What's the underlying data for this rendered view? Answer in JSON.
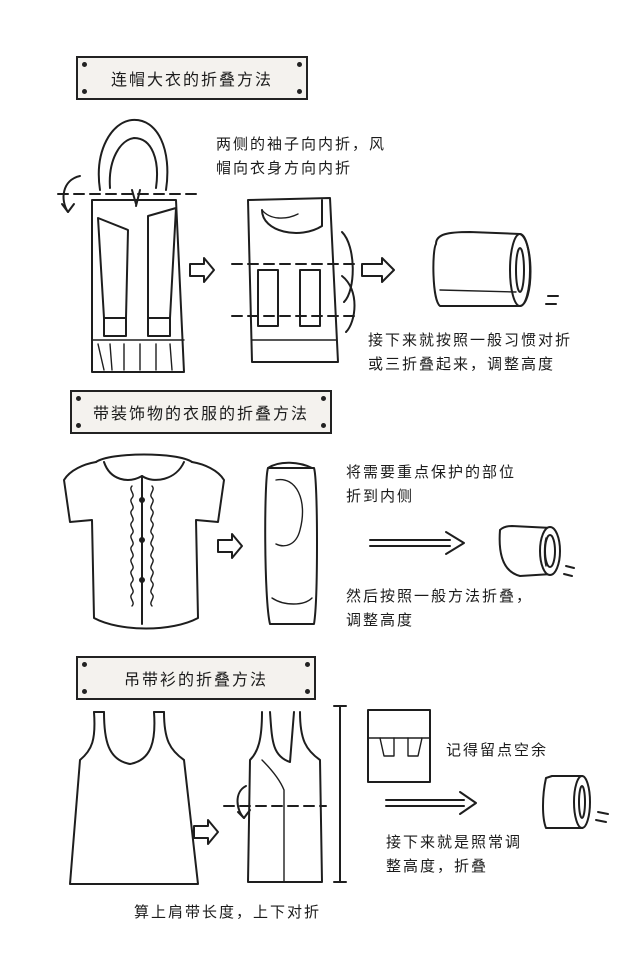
{
  "sections": [
    {
      "title": "连帽大衣的折叠方法",
      "notes": [
        "两侧的袖子向内折，风",
        "帽向衣身方向内折",
        "接下来就按照一般习惯对折",
        "或三折叠起来，调整高度"
      ]
    },
    {
      "title": "带装饰物的衣服的折叠方法",
      "notes": [
        "将需要重点保护的部位",
        "折到内侧",
        "然后按照一般方法折叠，",
        "调整高度"
      ]
    },
    {
      "title": "吊带衫的折叠方法",
      "notes": [
        "记得留点空余",
        "接下来就是照常调",
        "整高度，折叠",
        "算上肩带长度，上下对折"
      ]
    }
  ],
  "colors": {
    "ink": "#1e1e1e",
    "label_bg": "#f4f2ee",
    "paper": "#ffffff"
  }
}
